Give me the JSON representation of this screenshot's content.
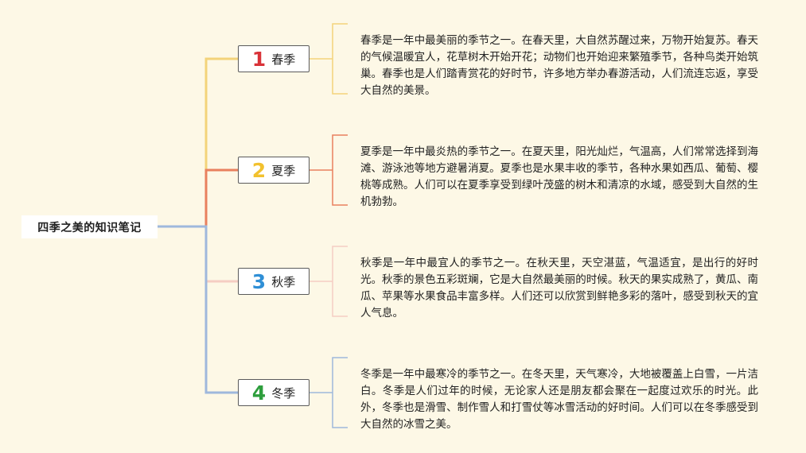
{
  "root": {
    "label": "四季之美的知识笔记"
  },
  "seasons": [
    {
      "number": "1",
      "name": "春季",
      "color": "#d93238",
      "branch_color": "#f3d37a",
      "text": "春季是一年中最美丽的季节之一。在春天里，大自然苏醒过来，万物开始复苏。春天的气候温暖宜人，花草树木开始开花；动物们也开始迎来繁殖季节，各种鸟类开始筑巢。春季也是人们踏青赏花的好时节，许多地方举办春游活动，人们流连忘返，享受大自然的美景。"
    },
    {
      "number": "2",
      "name": "夏季",
      "color": "#f2c12e",
      "branch_color": "#e9805e",
      "text": "夏季是一年中最炎热的季节之一。在夏天里，阳光灿烂，气温高，人们常常选择到海滩、游泳池等地方避暑消夏。夏季也是水果丰收的季节，各种水果如西瓜、葡萄、樱桃等成熟。人们可以在夏季享受到绿叶茂盛的树木和清凉的水域，感受到大自然的生机勃勃。"
    },
    {
      "number": "3",
      "name": "秋季",
      "color": "#2f8fd6",
      "branch_color": "#f5cdc3",
      "text": "秋季是一年中最宜人的季节之一。在秋天里，天空湛蓝，气温适宜，是出行的好时光。秋季的景色五彩斑斓，它是大自然最美丽的时候。秋天的果实成熟了，黄瓜、南瓜、苹果等水果食品丰富多样。人们还可以欣赏到鲜艳多彩的落叶，感受到秋天的宜人气息。"
    },
    {
      "number": "4",
      "name": "冬季",
      "color": "#2e9e3d",
      "branch_color": "#9fb8dc",
      "text": "冬季是一年中最寒冷的季节之一。在冬天里，天气寒冷，大地被覆盖上白雪，一片洁白。冬季是人们过年的时候，无论家人还是朋友都会聚在一起度过欢乐的时光。此外，冬季也是滑雪、制作雪人和打雪仗等冰雪活动的好时间。人们可以在冬季感受到大自然的冰雪之美。"
    }
  ]
}
